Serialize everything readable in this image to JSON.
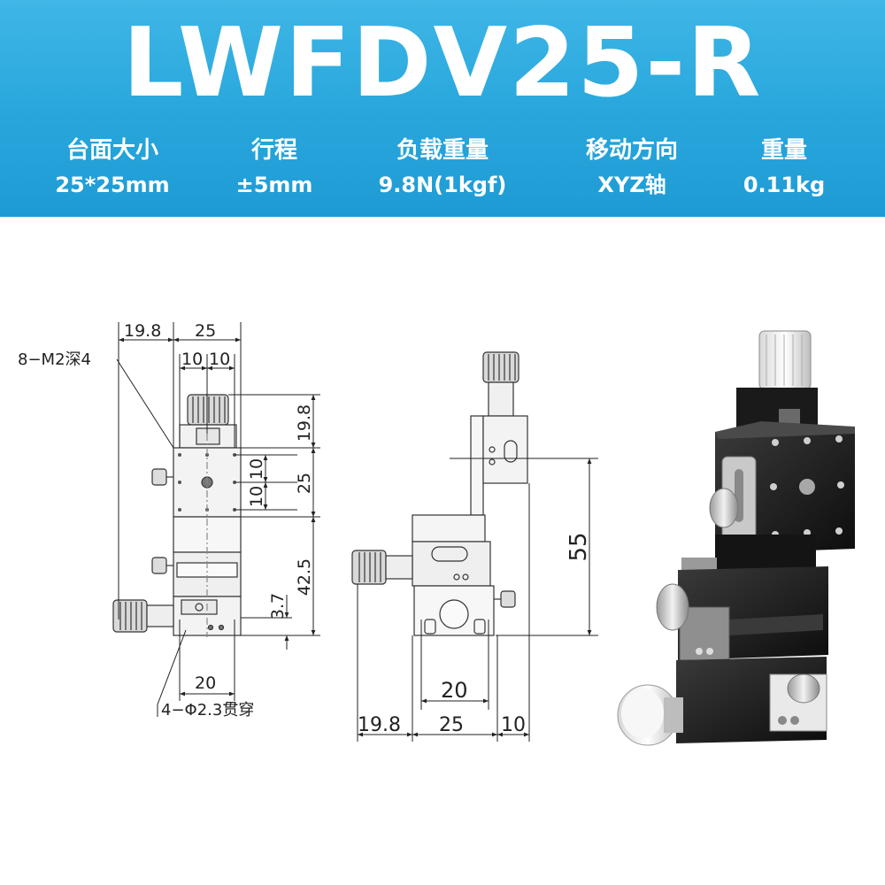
{
  "title": "LWFDV25-R",
  "specs": [
    {
      "label": "台面大小",
      "value": "25*25mm"
    },
    {
      "label": "行程",
      "value": "±5mm"
    },
    {
      "label": "负载重量",
      "value": "9.8N(1kgf)"
    },
    {
      "label": "移动方向",
      "value": "XYZ轴"
    },
    {
      "label": "重量",
      "value": "0.11kg"
    }
  ],
  "front_view": {
    "dim_top_19_8": "19.8",
    "dim_top_25": "25",
    "dim_top_10a": "10",
    "dim_top_10b": "10",
    "note_tapped_holes": "8−M2深4",
    "dim_right_19_8": "19.8",
    "dim_right_10a": "10",
    "dim_right_10b": "10",
    "dim_right_25": "25",
    "dim_right_3_7": "3.7",
    "dim_right_42_5": "42.5",
    "dim_bottom_20": "20",
    "note_through_holes": "4−Φ2.3贯穿"
  },
  "side_view": {
    "dim_55": "55",
    "dim_20": "20",
    "dim_19_8": "19.8",
    "dim_25": "25",
    "dim_10": "10"
  }
}
